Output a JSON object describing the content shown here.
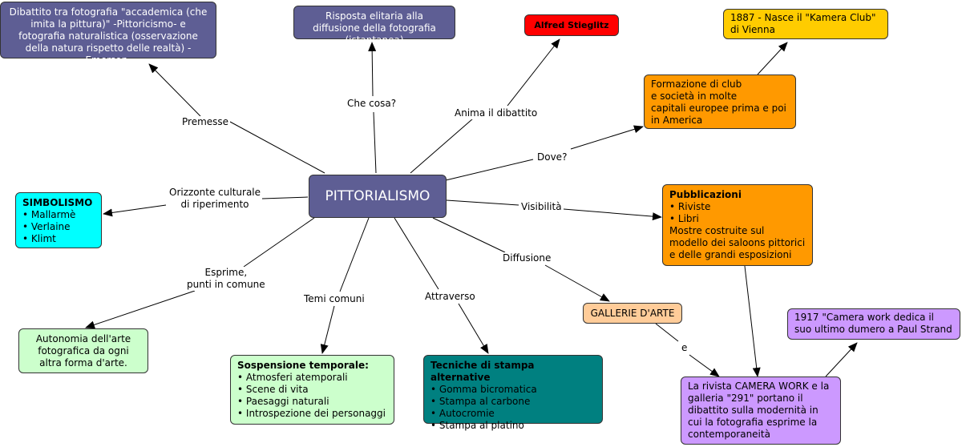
{
  "center": {
    "label": "PITTORIALISMO"
  },
  "nodes": {
    "dibattito": "Dibattito tra fotografia \"accademica (che imita la pittura)\" -Pittoricismo- e fotografia naturalistica (osservazione della natura rispetto delle realtà) -Emerson-",
    "risposta": "Risposta elitaria alla diffusione della fotografia (istantanea)",
    "stieglitz": "Alfred Stieglitz",
    "kamera_club": "1887 - Nasce il \"Kamera Club\" di Vienna",
    "formazione": "Formazione di club\ne società in molte\ncapitali europee prima e poi\nin America",
    "simbolismo": {
      "title": "SIMBOLISMO",
      "items": [
        "Mallarmè",
        "Verlaine",
        "Klimt"
      ]
    },
    "pubblicazioni": {
      "title": "Pubblicazioni",
      "items": [
        "Riviste",
        "Libri"
      ],
      "text": "Mostre costruite sul modello dei saloons pittorici e delle grandi esposizioni"
    },
    "autonomia": "Autonomia dell'arte fotografica da ogni altra forma d'arte.",
    "sospensione": {
      "title": "Sospensione temporale:",
      "items": [
        "Atmosferi atemporali",
        "Scene di vita",
        "Paesaggi naturali",
        "Introspezione dei personaggi"
      ]
    },
    "tecniche": {
      "title": "Tecniche di stampa alternative",
      "items": [
        "Gomma bicromatica",
        "Stampa al carbone",
        "Autocromie",
        "Stampa al platino"
      ]
    },
    "gallerie": "GALLERIE D'ARTE",
    "camera_work_1917": "1917 \"Camera work dedica il suo ultimo dumero a Paul Strand",
    "rivista": "La rivista CAMERA WORK e la galleria \"291\" portano il dibattito sulla modernità in cui la fotografia esprime la contemporaneità"
  },
  "link_labels": {
    "premesse": "Premesse",
    "che_cosa": "Che cosa?",
    "anima": "Anima il dibattito",
    "dove": "Dove?",
    "orizzonte": "Orizzonte culturale\ndi riperimento",
    "visibilita": "Visibilità",
    "esprime": "Esprime,\npunti in comune",
    "temi": "Temi comuni",
    "attraverso": "Attraverso",
    "diffusione": "Diffusione",
    "e": "e"
  },
  "colors": {
    "center": "#5e5e94",
    "purple_dark": "#5e5e94",
    "red": "#ff0000",
    "yellow": "#ffcc00",
    "orange": "#ff9900",
    "cyan": "#00ffff",
    "light_green": "#ccffcc",
    "teal": "#008080",
    "peach": "#ffcc99",
    "lavender": "#cc99ff"
  }
}
